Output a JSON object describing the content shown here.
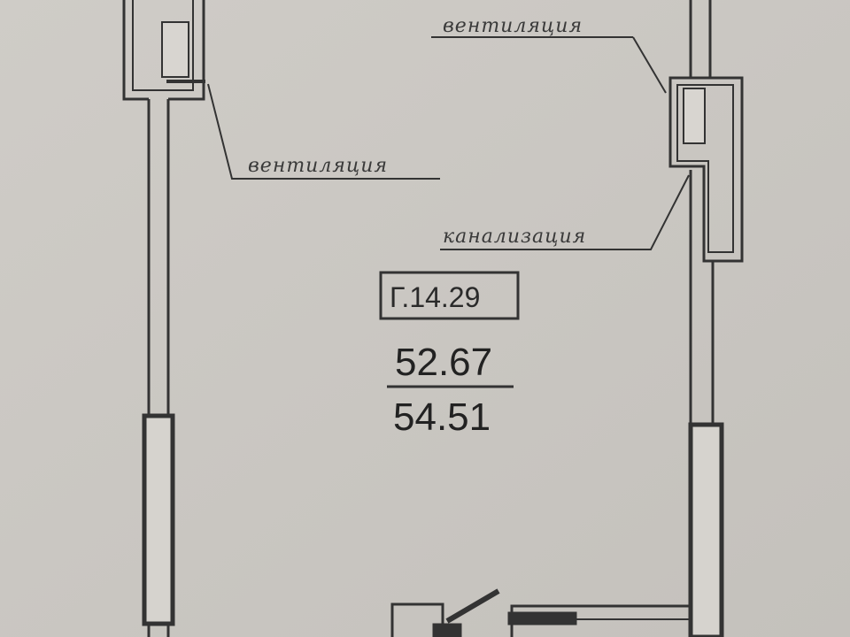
{
  "plan": {
    "unit_code": "Г.14.29",
    "area_living": "52.67",
    "area_total": "54.51",
    "labels": {
      "vent_top": "вентиляция",
      "vent_left": "вентиляция",
      "sewer": "канализация"
    }
  }
}
